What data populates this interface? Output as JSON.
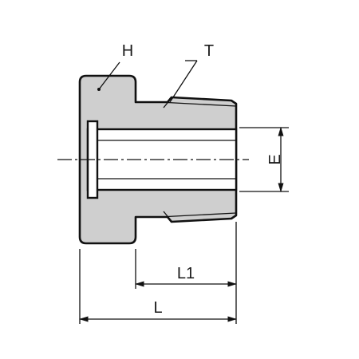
{
  "labels": {
    "hex": "H",
    "thread": "T",
    "diameter": "E",
    "length_partial": "L1",
    "length_total": "L"
  },
  "colors": {
    "body_fill": "#cfcfcf",
    "line": "#111111",
    "background": "#ffffff"
  }
}
